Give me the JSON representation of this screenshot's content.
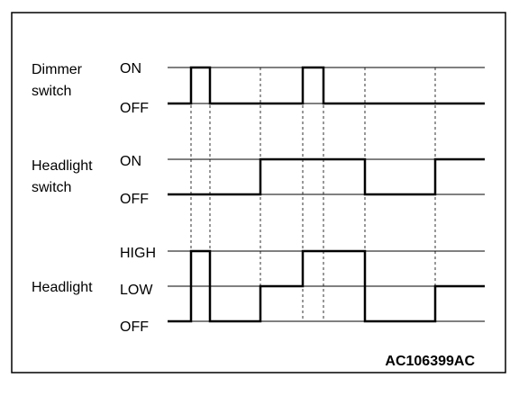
{
  "signals": [
    {
      "name_lines": [
        "Dimmer",
        "switch"
      ],
      "levels": [
        "ON",
        "OFF"
      ],
      "transitions": [
        0,
        1,
        0,
        1,
        0
      ],
      "waveform": [
        "OFF",
        "ON",
        "OFF",
        "OFF",
        "OFF",
        "OFF",
        "ON",
        "OFF",
        "OFF",
        "OFF",
        "OFF",
        "OFF"
      ]
    },
    {
      "name_lines": [
        "Headlight",
        "switch"
      ],
      "levels": [
        "ON",
        "OFF"
      ],
      "waveform": [
        "OFF",
        "OFF",
        "OFF",
        "OFF",
        "ON",
        "ON",
        "ON",
        "ON",
        "OFF",
        "OFF",
        "ON",
        "ON"
      ]
    },
    {
      "name_lines": [
        "Headlight"
      ],
      "levels": [
        "HIGH",
        "LOW",
        "OFF"
      ],
      "waveform": [
        "OFF",
        "HIGH",
        "OFF",
        "OFF",
        "LOW",
        "LOW",
        "HIGH",
        "HIGH",
        "OFF",
        "OFF",
        "LOW",
        "LOW"
      ]
    }
  ],
  "figure_code": "AC106399AC",
  "colors": {
    "line": "#000000",
    "background": "#ffffff"
  }
}
